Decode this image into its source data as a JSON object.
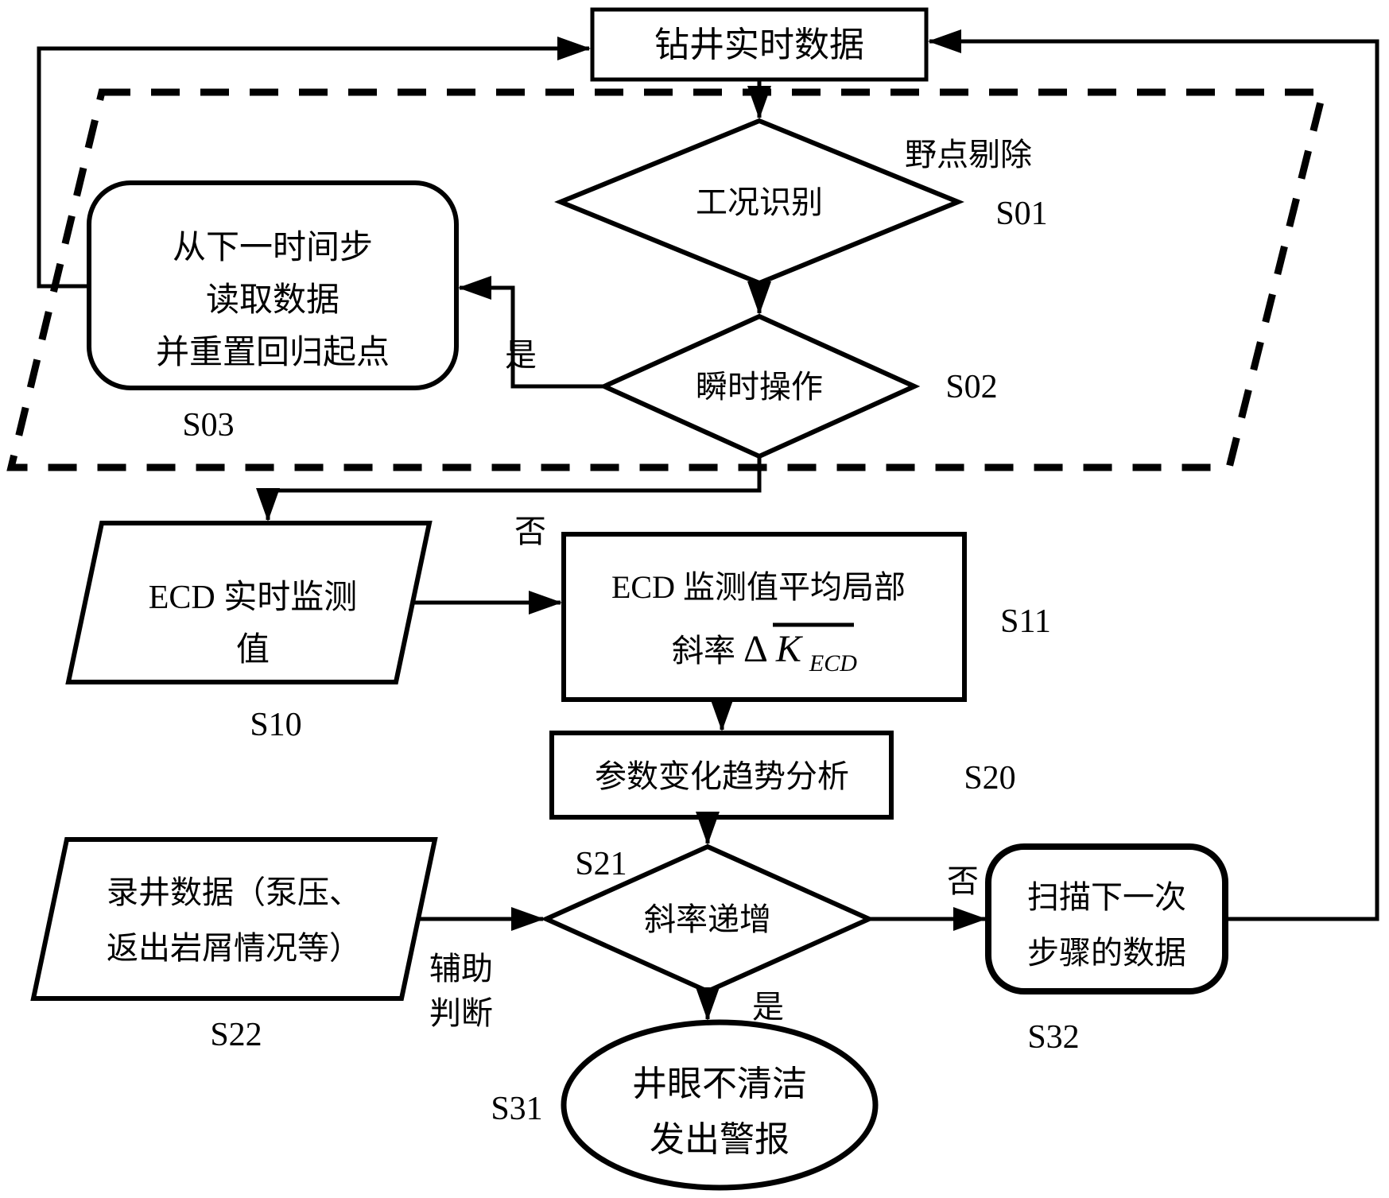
{
  "figure": {
    "type": "flowchart",
    "background": "#ffffff",
    "ink": "#000000",
    "nodes": {
      "realtime_data": {
        "shape": "rect",
        "label": "钻井实时数据"
      },
      "condition_recognition": {
        "shape": "diamond",
        "label": "工况识别",
        "step": "S01"
      },
      "transient_operation": {
        "shape": "diamond",
        "label": "瞬时操作",
        "step": "S02"
      },
      "read_next_timestep": {
        "shape": "rounded-rect",
        "line1": "从下一时间步",
        "line2": "读取数据",
        "line3": "并重置回归起点",
        "step": "S03"
      },
      "ecd_realtime": {
        "shape": "parallelogram",
        "line1": "ECD 实时监测",
        "line2": "值",
        "step": "S10"
      },
      "ecd_local_slope": {
        "shape": "rect",
        "line1": "ECD 监测值平均局部",
        "formula_prefix": "斜率 ",
        "formula_delta": "Δ",
        "formula_k": "K",
        "formula_sub": "ECD",
        "step": "S11"
      },
      "trend_analysis": {
        "shape": "rect",
        "label": "参数变化趋势分析",
        "step": "S20"
      },
      "slope_increasing": {
        "shape": "diamond",
        "label": "斜率递增",
        "step": "S21"
      },
      "mud_logging": {
        "shape": "parallelogram",
        "line1": "录井数据（泵压、",
        "line2": "返出岩屑情况等）",
        "step": "S22"
      },
      "alarm": {
        "shape": "ellipse",
        "line1": "井眼不清洁",
        "line2": "发出警报",
        "step": "S31"
      },
      "scan_next_step": {
        "shape": "rounded-rect",
        "line1": "扫描下一次",
        "line2": "步骤的数据",
        "step": "S32"
      }
    },
    "labels": {
      "outlier_removal": "野点剔除",
      "yes_top": "是",
      "no_top": "否",
      "no_right": "否",
      "yes_bottom": "是",
      "aux_line1": "辅助",
      "aux_line2": "判断"
    }
  }
}
